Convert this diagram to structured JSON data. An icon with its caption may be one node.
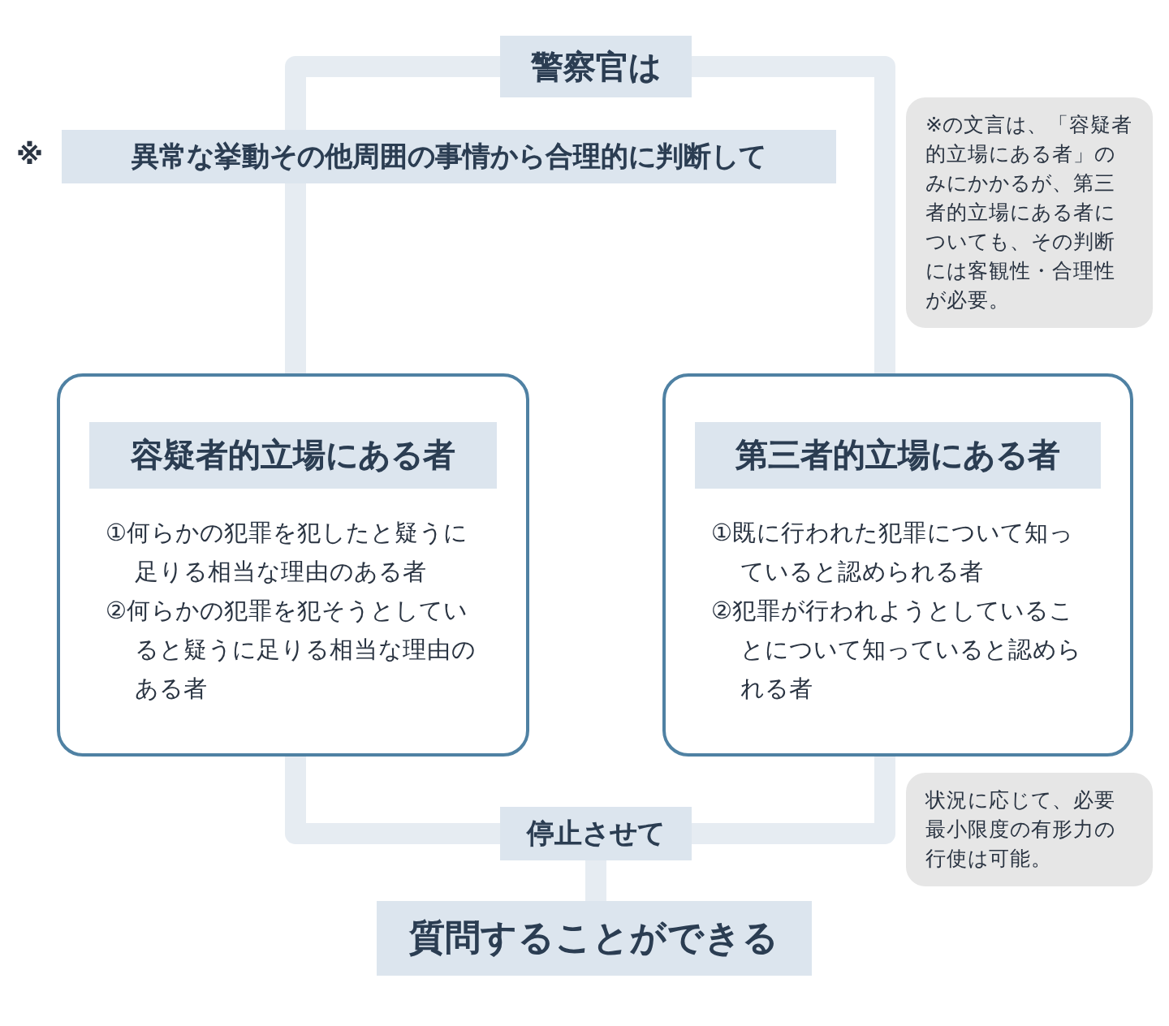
{
  "diagram": {
    "nodes": [
      {
        "text": [
          "警察官は"
        ]
      },
      {
        "text": [
          "異常な挙動その他周囲の事情から合理的に判断して"
        ],
        "beside": [
          "※"
        ]
      },
      {
        "text": [
          "※の文言は、「容疑者的立場にある者」のみにかかるが、第三者的立場にある者についても、その判断には客観性・合理性が必要。"
        ]
      },
      {
        "text": [
          "容疑者的立場にある者",
          "①何らかの犯罪を犯したと疑うに足りる相当な理由のある者",
          "②何らかの犯罪を犯そうとしていると疑うに足りる相当な理由のある者"
        ]
      },
      {
        "text": [
          "第三者的立場にある者",
          "①既に行われた犯罪について知っていると認められる者",
          "②犯罪が行われようとしていることについて知っていると認められる者"
        ]
      },
      {
        "text": [
          "停止させて"
        ]
      },
      {
        "text": [
          "状況に応じて、必要最小限度の有形力の行使は可能。"
        ]
      },
      {
        "text": [
          "質問することができる"
        ]
      }
    ],
    "edges": [
      {
        "from": 0,
        "to": 1,
        "arrow": "none"
      },
      {
        "from": 1,
        "to": 3,
        "arrow": "none"
      },
      {
        "from": 0,
        "to": 4,
        "arrow": "none"
      },
      {
        "from": 3,
        "to": 5,
        "arrow": "none"
      },
      {
        "from": 4,
        "to": 5,
        "arrow": "none"
      },
      {
        "from": 5,
        "to": 7,
        "arrow": "none"
      }
    ]
  }
}
